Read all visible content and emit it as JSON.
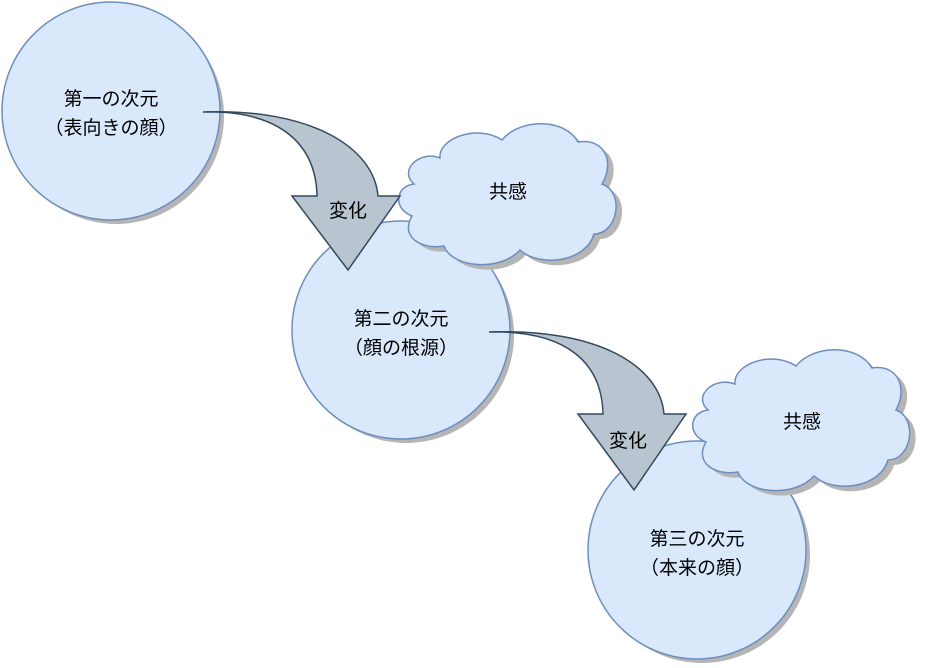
{
  "dimensions": [
    {
      "line1": "第一の次元",
      "line2": "（表向きの顔）"
    },
    {
      "line1": "第二の次元",
      "line2": "（顔の根源）"
    },
    {
      "line1": "第三の次元",
      "line2": "（本来の顔）"
    }
  ],
  "transitions": [
    {
      "label": "変化"
    },
    {
      "label": "変化"
    }
  ],
  "clouds": [
    {
      "label": "共感"
    },
    {
      "label": "共感"
    }
  ],
  "colors": {
    "shape_fill": "#dae8fc",
    "shape_stroke": "#6c8ebf",
    "arrow_fill": "#b8c4cf",
    "arrow_stroke": "#34495e",
    "shadow": "#b5b5b5",
    "text": "#000000"
  }
}
